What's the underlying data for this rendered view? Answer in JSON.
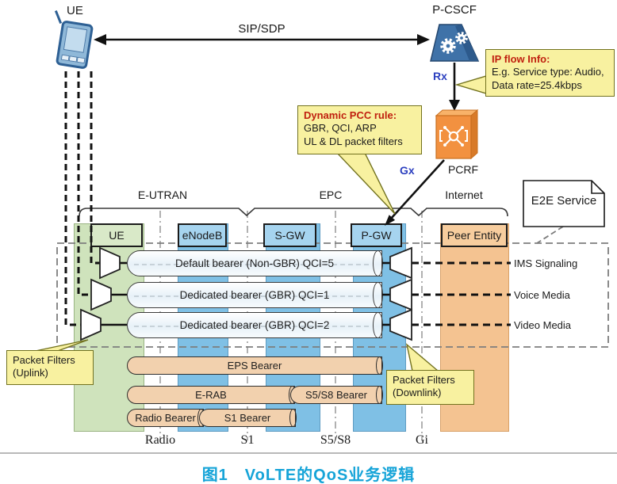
{
  "top": {
    "ue_label": "UE",
    "pcscf_label": "P-CSCF",
    "pcrf_label": "PCRF",
    "sip_sdp_label": "SIP/SDP",
    "rx_label": "Rx",
    "gx_label": "Gx"
  },
  "callouts": {
    "ip_flow": {
      "title": "IP flow Info:",
      "line1": "E.g. Service type: Audio,",
      "line2": "Data rate=25.4kbps"
    },
    "pcc": {
      "title": "Dynamic PCC rule:",
      "line1": "GBR, QCI, ARP",
      "line2": "UL & DL packet filters"
    },
    "uplink": {
      "line1": "Packet Filters",
      "line2": "(Uplink)"
    },
    "downlink": {
      "line1": "Packet Filters",
      "line2": "(Downlink)"
    }
  },
  "regions": [
    {
      "label": "E-UTRAN"
    },
    {
      "label": "EPC"
    },
    {
      "label": "Internet"
    }
  ],
  "columns": [
    {
      "label": "UE"
    },
    {
      "label": "eNodeB"
    },
    {
      "label": "S-GW"
    },
    {
      "label": "P-GW"
    },
    {
      "label": "Peer Entity"
    }
  ],
  "note": {
    "label": "E2E Service"
  },
  "bearers": [
    {
      "label": "Default bearer (Non-GBR) QCI=5",
      "media": "IMS Signaling"
    },
    {
      "label": "Dedicated bearer (GBR) QCI=1",
      "media": "Voice Media"
    },
    {
      "label": "Dedicated bearer (GBR) QCI=2",
      "media": "Video Media"
    }
  ],
  "sub_bearers": {
    "eps": "EPS Bearer",
    "erab": "E-RAB",
    "s5s8": "S5/S8 Bearer",
    "radio": "Radio Bearer",
    "s1": "S1 Bearer"
  },
  "interfaces": [
    {
      "label": "Radio"
    },
    {
      "label": "S1"
    },
    {
      "label": "S5/S8"
    },
    {
      "label": "Gi"
    }
  ],
  "caption": "图1　VoLTE的QoS业务逻辑",
  "colors": {
    "accent_caption": "#16a4d8",
    "callout_bg": "#f8f1a0",
    "callout_title": "#c0200f",
    "ref_point_blue": "#2b3fbf",
    "band_green": "#cfe3bc",
    "band_blue": "#7fc0e5",
    "band_orange": "#f4c391",
    "tan_pipe": "#f2d1ae",
    "pcscf_blue": "#3f72a8",
    "pcrf_orange": "#f29140"
  }
}
